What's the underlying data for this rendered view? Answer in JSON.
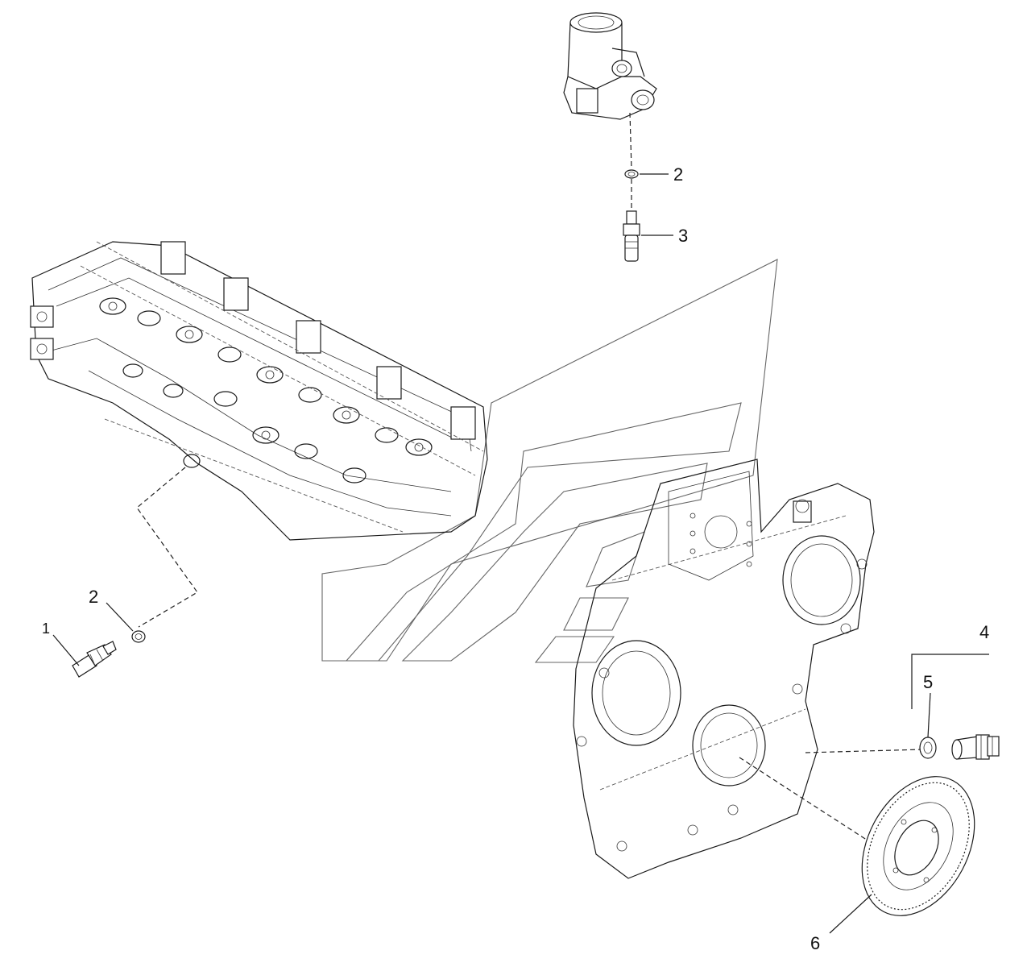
{
  "callouts": [
    {
      "id": "c1",
      "text": "1"
    },
    {
      "id": "c2a",
      "text": "2"
    },
    {
      "id": "c2b",
      "text": "2"
    },
    {
      "id": "c3",
      "text": "3"
    },
    {
      "id": "c4",
      "text": "4"
    },
    {
      "id": "c5",
      "text": "5"
    },
    {
      "id": "c6",
      "text": "6"
    }
  ],
  "parts": [
    {
      "callout": "1",
      "icon": "temperature-sensor-icon"
    },
    {
      "callout": "2",
      "icon": "sealing-washer-icon"
    },
    {
      "callout": "3",
      "icon": "sensor-icon"
    },
    {
      "callout": "4",
      "icon": "speed-sensor-icon"
    },
    {
      "callout": "5",
      "icon": "o-ring-icon"
    },
    {
      "callout": "6",
      "icon": "phonic-wheel-icon"
    }
  ],
  "colors": {
    "line": "#1a1a1a",
    "background": "#ffffff",
    "watermark": "#666666"
  }
}
